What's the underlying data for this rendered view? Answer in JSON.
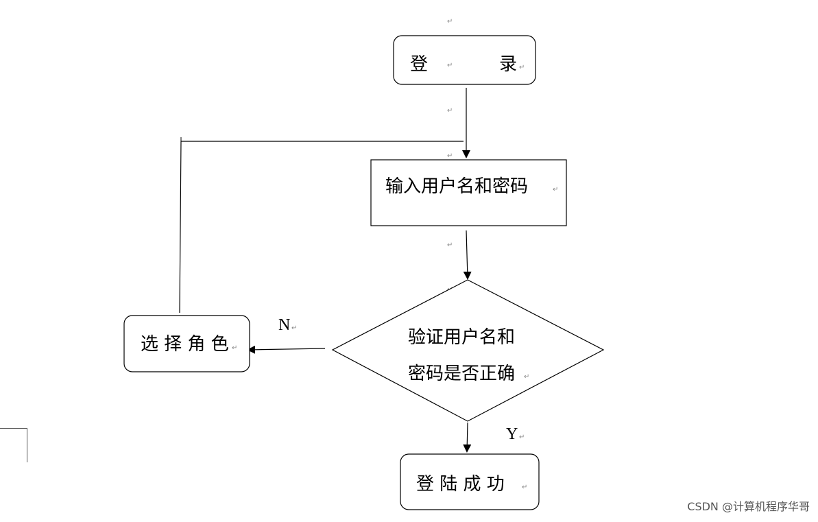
{
  "nodes": {
    "login": {
      "left": "登",
      "right": "录"
    },
    "input": {
      "label": "输入用户名和密码"
    },
    "verify": {
      "line1": "验证用户名和",
      "line2": "密码是否正确"
    },
    "select_role": {
      "label": "选 择 角 色"
    },
    "success": {
      "label": "登 陆 成 功"
    }
  },
  "edges": {
    "no_label": "N",
    "yes_label": "Y"
  },
  "watermark": "CSDN @计算机程序华哥",
  "paragraph_mark": "↵"
}
